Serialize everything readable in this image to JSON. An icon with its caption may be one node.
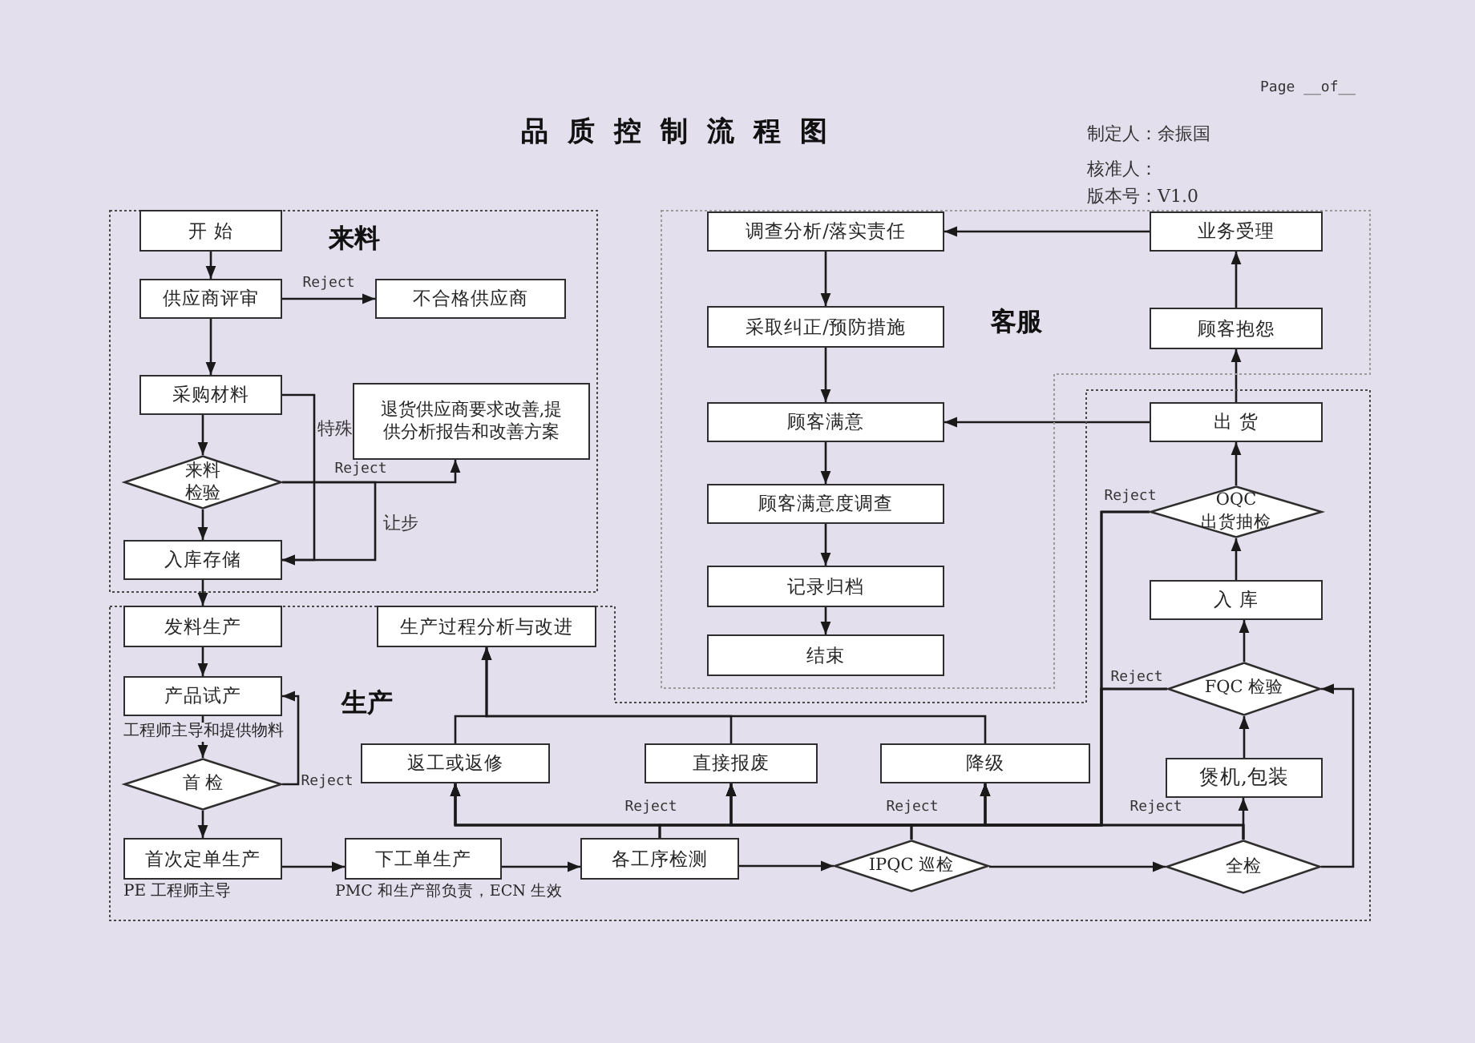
{
  "diagram": {
    "title": "品 质 控 制 流 程 图",
    "nodes": [
      {
        "text": [
          "来料"
        ]
      },
      {
        "text": [
          "开 始"
        ],
        "in": 0
      },
      {
        "text": [
          "供应商评审"
        ],
        "in": 0
      },
      {
        "text": [
          "不合格供应商"
        ],
        "in": 0
      },
      {
        "text": [
          "采购材料"
        ],
        "in": 0
      },
      {
        "text": [
          "退货供应商要求改善,提供分析报告和改善方案"
        ],
        "in": 0
      },
      {
        "text": [
          "来料检验"
        ],
        "in": 0
      },
      {
        "text": [
          "入库存储"
        ],
        "in": 0
      },
      {
        "text": [
          "客服"
        ]
      },
      {
        "text": [
          "调查分析/落实责任"
        ],
        "in": 8
      },
      {
        "text": [
          "业务受理"
        ],
        "in": 8
      },
      {
        "text": [
          "采取纠正/预防措施"
        ],
        "in": 8
      },
      {
        "text": [
          "顾客抱怨"
        ],
        "in": 8
      },
      {
        "text": [
          "顾客满意"
        ],
        "in": 8
      },
      {
        "text": [
          "顾客满意度调查"
        ],
        "in": 8
      },
      {
        "text": [
          "记录归档"
        ],
        "in": 8
      },
      {
        "text": [
          "结束"
        ],
        "in": 8
      },
      {
        "text": [
          "生产"
        ]
      },
      {
        "text": [
          "出 货"
        ],
        "in": 17
      },
      {
        "text": [
          "OQC 出货抽检"
        ],
        "in": 17
      },
      {
        "text": [
          "入 库"
        ],
        "in": 17
      },
      {
        "text": [
          "发料生产"
        ],
        "in": 17
      },
      {
        "text": [
          "生产过程分析与改进"
        ],
        "in": 17
      },
      {
        "text": [
          "产品试产"
        ],
        "in": 17,
        "beside": [
          "工程师主导和提供物料"
        ]
      },
      {
        "text": [
          "FQC 检验"
        ],
        "in": 17
      },
      {
        "text": [
          "返工或返修"
        ],
        "in": 17
      },
      {
        "text": [
          "直接报废"
        ],
        "in": 17
      },
      {
        "text": [
          "降级"
        ],
        "in": 17
      },
      {
        "text": [
          "首 检"
        ],
        "in": 17
      },
      {
        "text": [
          "煲机,包装"
        ],
        "in": 17
      },
      {
        "text": [
          "首次定单生产"
        ],
        "in": 17,
        "beside": [
          "PE 工程师主导"
        ]
      },
      {
        "text": [
          "下工单生产"
        ],
        "in": 17,
        "beside": [
          "PMC 和生产部负责，ECN 生效"
        ]
      },
      {
        "text": [
          "各工序检测"
        ],
        "in": 17
      },
      {
        "text": [
          "IPQC 巡检"
        ],
        "in": 17
      },
      {
        "text": [
          "全检"
        ],
        "in": 17
      }
    ],
    "edges": [
      {
        "from": 1,
        "to": 2,
        "arrow": "to"
      },
      {
        "from": 2,
        "to": 3,
        "arrow": "to",
        "label": "Reject"
      },
      {
        "from": 2,
        "to": 4,
        "arrow": "to"
      },
      {
        "from": 4,
        "to": 6,
        "arrow": "to"
      },
      {
        "from": 4,
        "to": 7,
        "arrow": "to",
        "label": "特殊"
      },
      {
        "from": 6,
        "to": 5,
        "arrow": "to",
        "label": "Reject"
      },
      {
        "from": 6,
        "to": 7,
        "arrow": "to",
        "label": "让步"
      },
      {
        "from": 6,
        "to": 7,
        "arrow": "to"
      },
      {
        "from": 7,
        "to": 21,
        "arrow": "to"
      },
      {
        "from": 21,
        "to": 23,
        "arrow": "to"
      },
      {
        "from": 23,
        "to": 28,
        "arrow": "to"
      },
      {
        "from": 28,
        "to": 23,
        "arrow": "to",
        "label": "Reject"
      },
      {
        "from": 28,
        "to": 30,
        "arrow": "to"
      },
      {
        "from": 30,
        "to": 31,
        "arrow": "to"
      },
      {
        "from": 31,
        "to": 32,
        "arrow": "to"
      },
      {
        "from": 32,
        "to": 33,
        "arrow": "to"
      },
      {
        "from": 33,
        "to": 34,
        "arrow": "to"
      },
      {
        "from": 34,
        "to": 29,
        "arrow": "to"
      },
      {
        "from": 29,
        "to": 24,
        "arrow": "to"
      },
      {
        "from": 24,
        "to": 20,
        "arrow": "to"
      },
      {
        "from": 20,
        "to": 19,
        "arrow": "to"
      },
      {
        "from": 19,
        "to": 18,
        "arrow": "to"
      },
      {
        "from": 18,
        "to": 12,
        "arrow": "to"
      },
      {
        "from": 12,
        "to": 10,
        "arrow": "to"
      },
      {
        "from": 10,
        "to": 9,
        "arrow": "to"
      },
      {
        "from": 18,
        "to": 13,
        "arrow": "to"
      },
      {
        "from": 9,
        "to": 11,
        "arrow": "to"
      },
      {
        "from": 11,
        "to": 13,
        "arrow": "to"
      },
      {
        "from": 13,
        "to": 14,
        "arrow": "to"
      },
      {
        "from": 14,
        "to": 15,
        "arrow": "to"
      },
      {
        "from": 15,
        "to": 16,
        "arrow": "to"
      },
      {
        "from": 34,
        "to": 24,
        "arrow": "to"
      },
      {
        "from": 32,
        "to": 25,
        "arrow": "to",
        "label": "Reject"
      },
      {
        "from": 32,
        "to": 26,
        "arrow": "to"
      },
      {
        "from": 32,
        "to": 27,
        "arrow": "to"
      },
      {
        "from": 33,
        "to": 25,
        "arrow": "to",
        "label": "Reject"
      },
      {
        "from": 33,
        "to": 26,
        "arrow": "to"
      },
      {
        "from": 33,
        "to": 27,
        "arrow": "to"
      },
      {
        "from": 34,
        "to": 25,
        "arrow": "to",
        "label": "Reject"
      },
      {
        "from": 34,
        "to": 26,
        "arrow": "to"
      },
      {
        "from": 34,
        "to": 27,
        "arrow": "to"
      },
      {
        "from": 24,
        "to": 25,
        "arrow": "to",
        "label": "Reject"
      },
      {
        "from": 24,
        "to": 26,
        "arrow": "to"
      },
      {
        "from": 24,
        "to": 27,
        "arrow": "to"
      },
      {
        "from": 19,
        "to": 25,
        "arrow": "to",
        "label": "Reject"
      },
      {
        "from": 19,
        "to": 26,
        "arrow": "to"
      },
      {
        "from": 19,
        "to": 27,
        "arrow": "to"
      },
      {
        "from": 25,
        "to": 22,
        "arrow": "to"
      },
      {
        "from": 26,
        "to": 22,
        "arrow": "to"
      },
      {
        "from": 27,
        "to": 22,
        "arrow": "to"
      }
    ],
    "labels": [
      "Page __of__",
      "制定人：余振国",
      "核准人：",
      "版本号：V1.0"
    ]
  }
}
